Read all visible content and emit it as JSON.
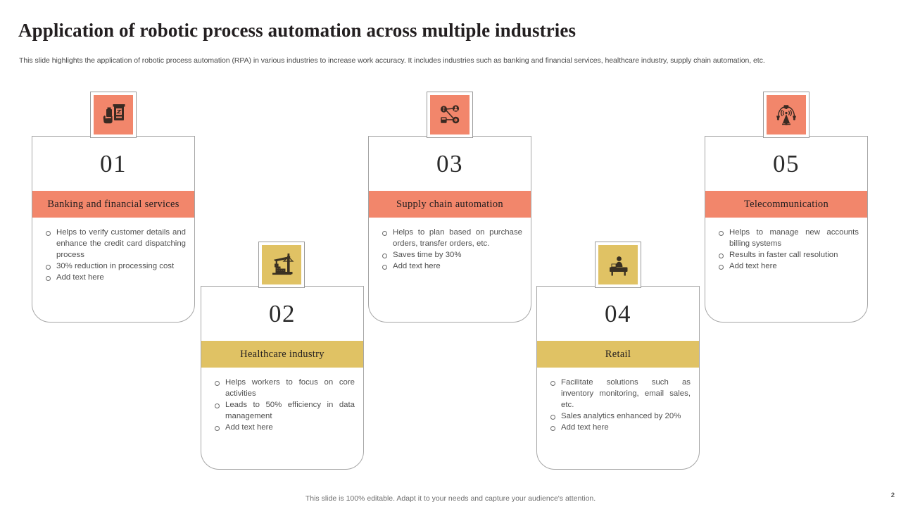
{
  "header": {
    "title": "Application of robotic process automation across multiple industries",
    "subtitle": "This slide highlights the application of robotic process automation (RPA) in various industries to increase work accuracy. It includes industries such as banking and financial services, healthcare industry, supply chain automation, etc."
  },
  "colors": {
    "salmon": "#F2866B",
    "gold": "#E0C264",
    "card_border": "#A6A6A6",
    "title_text": "#231F20",
    "body_text": "#4F4F4F"
  },
  "cards": [
    {
      "number": "01",
      "label": "Banking and financial services",
      "accent": "#F2866B",
      "icon": "atm-card-reader-icon",
      "bullets": [
        "Helps to verify customer details and enhance the credit card dispatching process",
        "30% reduction in processing cost",
        "Add text here"
      ]
    },
    {
      "number": "02",
      "label": "Healthcare industry",
      "accent": "#E0C264",
      "icon": "construction-crane-icon",
      "bullets": [
        "Helps workers to focus on core activities",
        "Leads to 50% efficiency in data management",
        "Add text here"
      ]
    },
    {
      "number": "03",
      "label": "Supply chain automation",
      "accent": "#F2866B",
      "icon": "network-nodes-icon",
      "bullets": [
        "Helps to plan based on purchase orders, transfer orders, etc.",
        "Saves time by 30%",
        " Add text here"
      ]
    },
    {
      "number": "04",
      "label": "Retail",
      "accent": "#E0C264",
      "icon": "desk-worker-icon",
      "bullets": [
        "Facilitate solutions such as inventory monitoring, email sales, etc.",
        "Sales analytics enhanced by 20%",
        "Add text here"
      ]
    },
    {
      "number": "05",
      "label": "Telecommunication",
      "accent": "#F2866B",
      "icon": "telecom-tower-icon",
      "bullets": [
        "Helps to manage new accounts billing systems",
        "Results in faster call resolution",
        "Add text here"
      ]
    }
  ],
  "footer": {
    "note": "This slide is 100% editable. Adapt it to your needs and capture your audience's attention.",
    "page_number": "2"
  }
}
